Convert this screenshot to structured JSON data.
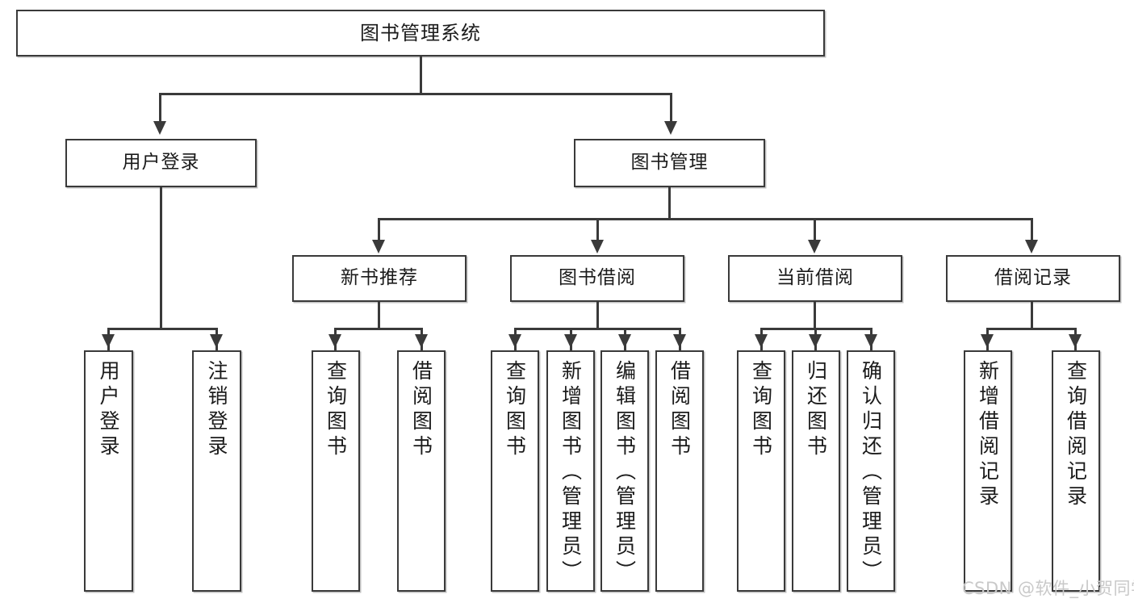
{
  "diagram": {
    "title": "图书管理系统",
    "root": {
      "label": "图书管理系统"
    },
    "level1": [
      {
        "label": "用户登录"
      },
      {
        "label": "图书管理"
      }
    ],
    "level2": [
      {
        "label": "新书推荐"
      },
      {
        "label": "图书借阅"
      },
      {
        "label": "当前借阅"
      },
      {
        "label": "借阅记录"
      }
    ],
    "leaves": {
      "user_login": [
        {
          "label": "用户登录"
        },
        {
          "label": "注销登录"
        }
      ],
      "new_book_recommend": [
        {
          "label": "查询图书"
        },
        {
          "label": "借阅图书"
        }
      ],
      "book_borrow": [
        {
          "label": "查询图书"
        },
        {
          "label": "新增图书（管理员）"
        },
        {
          "label": "编辑图书（管理员）"
        },
        {
          "label": "借阅图书"
        }
      ],
      "current_borrow": [
        {
          "label": "查询图书"
        },
        {
          "label": "归还图书"
        },
        {
          "label": "确认归还（管理员）"
        }
      ],
      "borrow_record": [
        {
          "label": "新增借阅记录"
        },
        {
          "label": "查询借阅记录"
        }
      ]
    }
  },
  "watermark": {
    "text": "CSDN @软件_小贺同学"
  },
  "colors": {
    "stroke": "#3a3a3a",
    "background": "#ffffff",
    "text": "#1b1b1b",
    "watermark": "#c9c9c9"
  }
}
